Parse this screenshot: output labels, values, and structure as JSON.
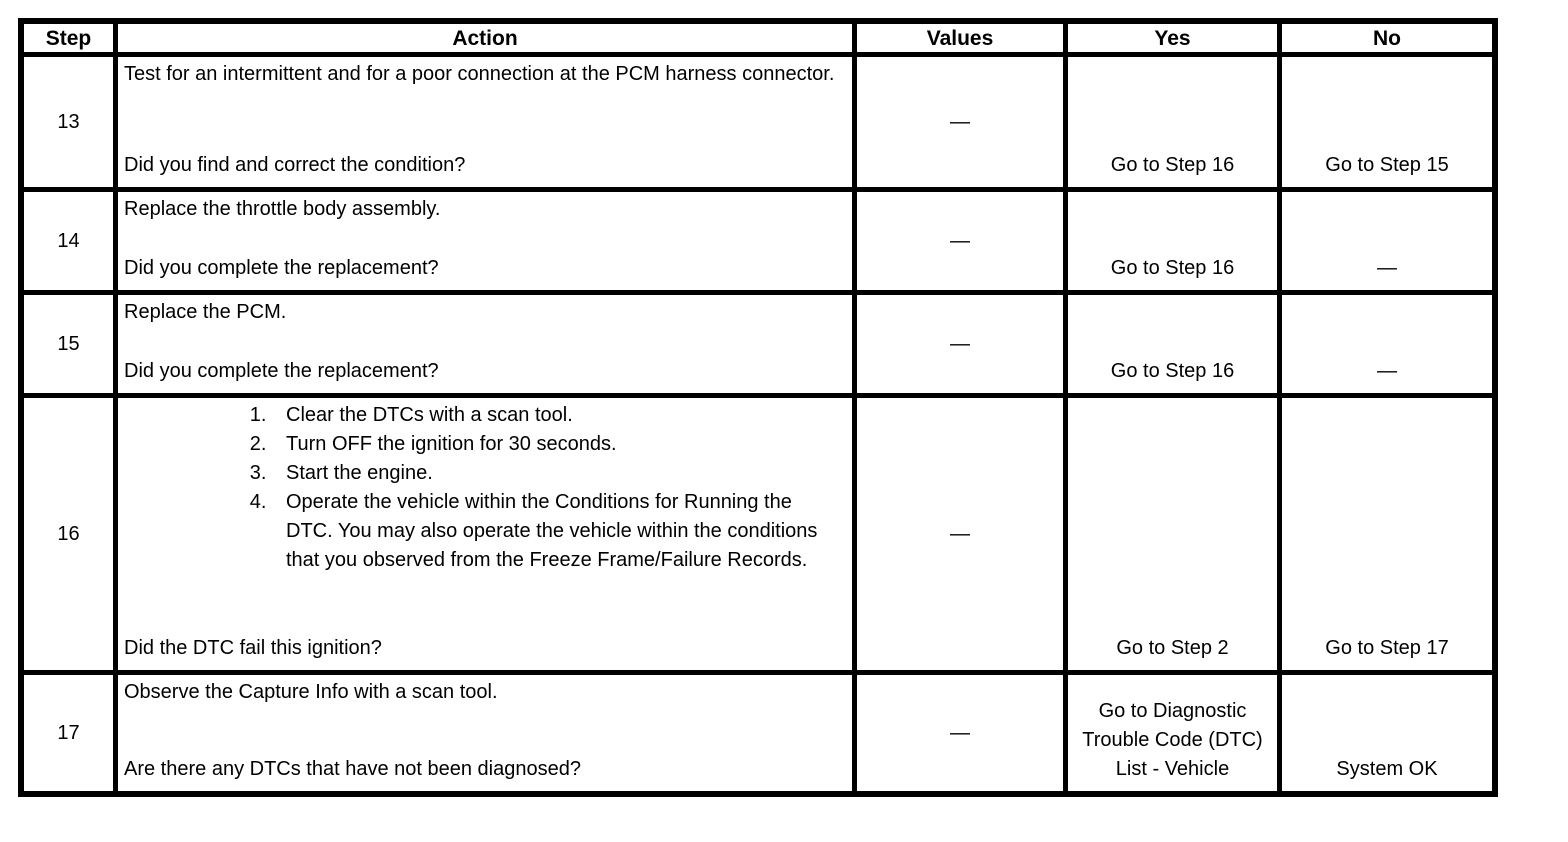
{
  "table": {
    "headers": [
      "Step",
      "Action",
      "Values",
      "Yes",
      "No"
    ],
    "rows": [
      {
        "step": "13",
        "action": "Test for an intermittent and for a poor connection at the PCM harness connector.",
        "question": "Did you find and correct the condition?",
        "values": "—",
        "yes": "Go to Step 16",
        "no": "Go to Step 15"
      },
      {
        "step": "14",
        "action": "Replace the throttle body assembly.",
        "question": "Did you complete the replacement?",
        "values": "—",
        "yes": "Go to Step 16",
        "no": "—"
      },
      {
        "step": "15",
        "action": "Replace the PCM.",
        "question": "Did you complete the replacement?",
        "values": "—",
        "yes": "Go to Step 16",
        "no": "—"
      },
      {
        "step": "16",
        "action_list": [
          "Clear the DTCs with a scan tool.",
          "Turn OFF the ignition for 30 seconds.",
          "Start the engine.",
          "Operate the vehicle within the Conditions for Running the DTC. You may also operate the vehicle within the conditions that you observed from the Freeze Frame/Failure Records."
        ],
        "question": "Did the DTC fail this ignition?",
        "values": "—",
        "yes": "Go to Step 2",
        "no": "Go to Step 17"
      },
      {
        "step": "17",
        "action": "Observe the Capture Info with a scan tool.",
        "question": "Are there any DTCs that have not been diagnosed?",
        "values": "—",
        "yes": "Go to Diagnostic Trouble Code (DTC) List - Vehicle",
        "no": "System OK"
      }
    ]
  }
}
